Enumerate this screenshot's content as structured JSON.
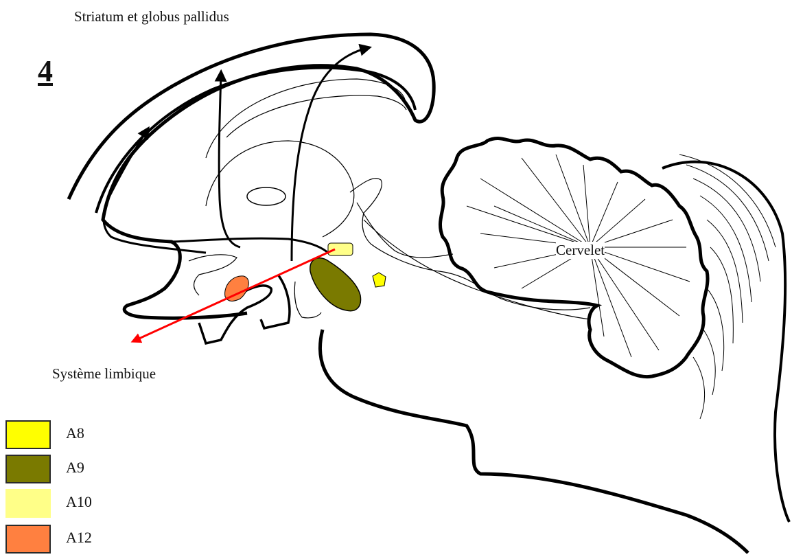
{
  "figure": {
    "number": "4",
    "labels": {
      "top": "Striatum et globus pallidus",
      "limbic": "Système limbique",
      "cerebellum": "Cervelet"
    }
  },
  "legend": [
    {
      "label": "A8",
      "color": "#ffff00"
    },
    {
      "label": "A9",
      "color": "#7a7a00"
    },
    {
      "label": "A10",
      "color": "#ffff88"
    },
    {
      "label": "A12",
      "color": "#ff8040"
    }
  ],
  "colors": {
    "outline": "#000000",
    "projection_arrow": "#ff0000"
  }
}
